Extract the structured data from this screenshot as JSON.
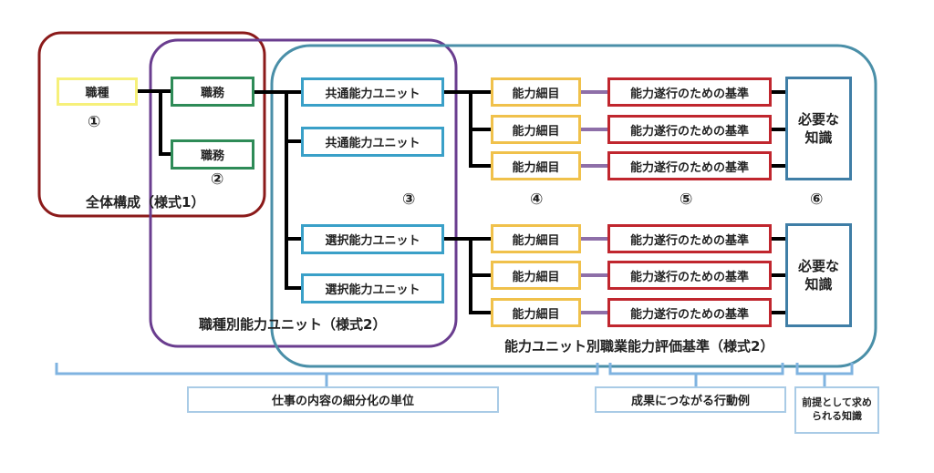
{
  "boxes": {
    "shokushu": "職種",
    "shokumu1": "職務",
    "shokumu2": "職務",
    "kyotsu1": "共通能力ユニット",
    "kyotsu2": "共通能力ユニット",
    "sentaku1": "選択能力ユニット",
    "sentaku2": "選択能力ユニット",
    "detail": "能力細目",
    "criteria": "能力遂行のための基準",
    "knowledge": "必要な\n知識"
  },
  "numbers": {
    "n1": "①",
    "n2": "②",
    "n3": "③",
    "n4": "④",
    "n5": "⑤",
    "n6": "⑥"
  },
  "labels": {
    "overall": "全体構成（様式1）",
    "job_unit": "職種別能力ユニット（様式2）",
    "eval": "能力ユニット別職業能力評価基準（様式2）"
  },
  "notes": {
    "granularity": "仕事の内容の細分化の単位",
    "behavior": "成果につながる行動例",
    "premise": "前提として求められる知識"
  },
  "colors": {
    "overall_group": "#8b1a1a",
    "job_unit_group": "#6a3d8f",
    "eval_group": "#4a8fa8",
    "bracket": "#7fb3e0",
    "connector_purple": "#8e6fa8"
  }
}
